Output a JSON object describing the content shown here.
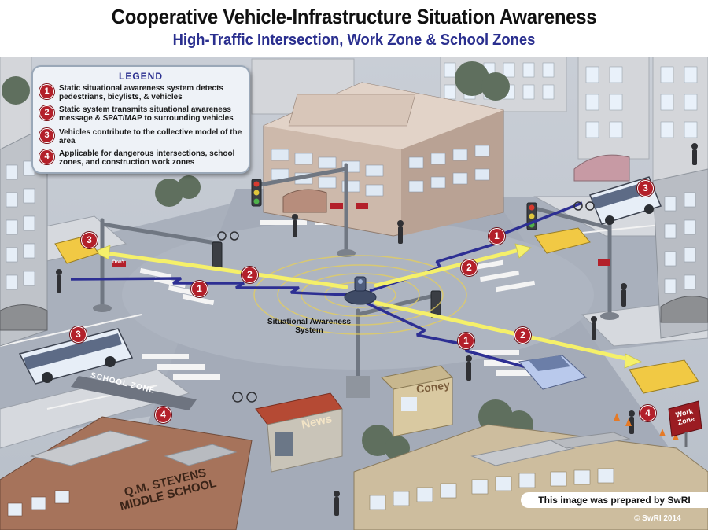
{
  "header": {
    "title": "Cooperative Vehicle-Infrastructure Situation Awareness",
    "subtitle": "High-Traffic Intersection, Work Zone & School Zones"
  },
  "legend": {
    "title": "LEGEND",
    "items": [
      {
        "number": "1",
        "text": "Static situational awareness system detects pedestrians, bicylists, & vehicles"
      },
      {
        "number": "2",
        "text": "Static system transmits situational awareness message & SPAT/MAP to surrounding vehicles"
      },
      {
        "number": "3",
        "text": "Vehicles contribute to the collective model of the area"
      },
      {
        "number": "4",
        "text": "Applicable for dangerous intersections, school zones, and construction work zones"
      }
    ]
  },
  "labels": {
    "system": "Situational Awareness System",
    "school_zone": "SCHOOL ZONE",
    "news": "News",
    "coney": "Coney",
    "school_name": "Q.M. STEVENS MIDDLE SCHOOL",
    "work_zone": "Work Zone",
    "bus_sign": "Don't",
    "credit": "This image was prepared by SwRI",
    "copyright": "© SwRI 2014"
  },
  "markers": {
    "m1a": "1",
    "m1b": "1",
    "m1c": "1",
    "m2a": "2",
    "m2b": "2",
    "m2c": "2",
    "m3a": "3",
    "m3b": "3",
    "m3c": "3",
    "m4a": "4",
    "m4b": "4"
  },
  "colors": {
    "detect_signal": "#2d2f93",
    "transmit_signal": "#f5f06a",
    "marker": "#b3202a",
    "road": "#aab1bd"
  }
}
